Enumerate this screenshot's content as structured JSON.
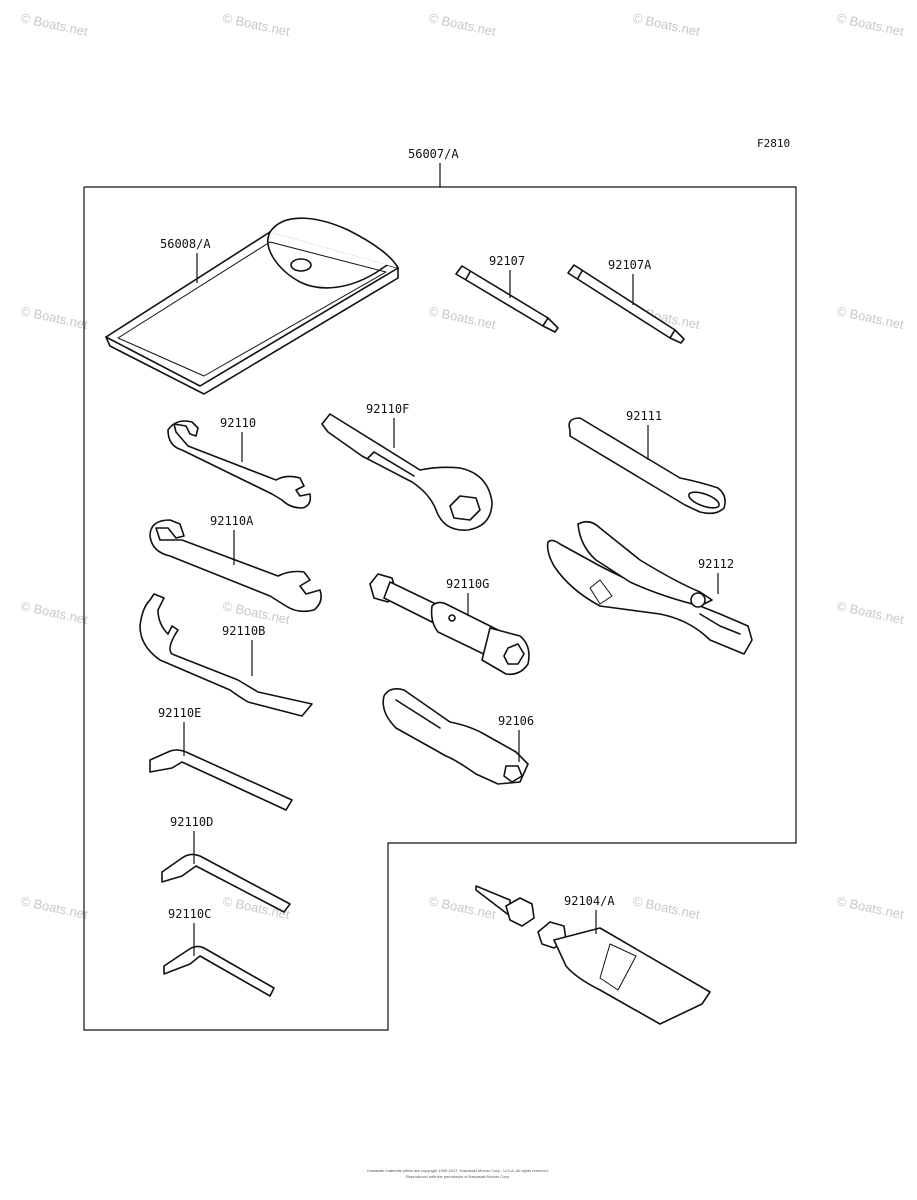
{
  "figure_code": "F2810",
  "kit_label": "56007/A",
  "watermark": "© Boats.net",
  "footer": {
    "line1": "Kawasaki materials within are copyright 1995-2017, Kawasaki Motors Corp., U.S.A. All rights reserved.",
    "line2": "Reproduced with the permission of Kawasaki Motors Corp."
  },
  "parts": {
    "p56008A": "56008/A",
    "p92107": "92107",
    "p92107A": "92107A",
    "p92110": "92110",
    "p92110F": "92110F",
    "p92111": "92111",
    "p92110A": "92110A",
    "p92112": "92112",
    "p92110G": "92110G",
    "p92110B": "92110B",
    "p92110E": "92110E",
    "p92106": "92106",
    "p92110D": "92110D",
    "p92110C": "92110C",
    "p92104A": "92104/A"
  }
}
